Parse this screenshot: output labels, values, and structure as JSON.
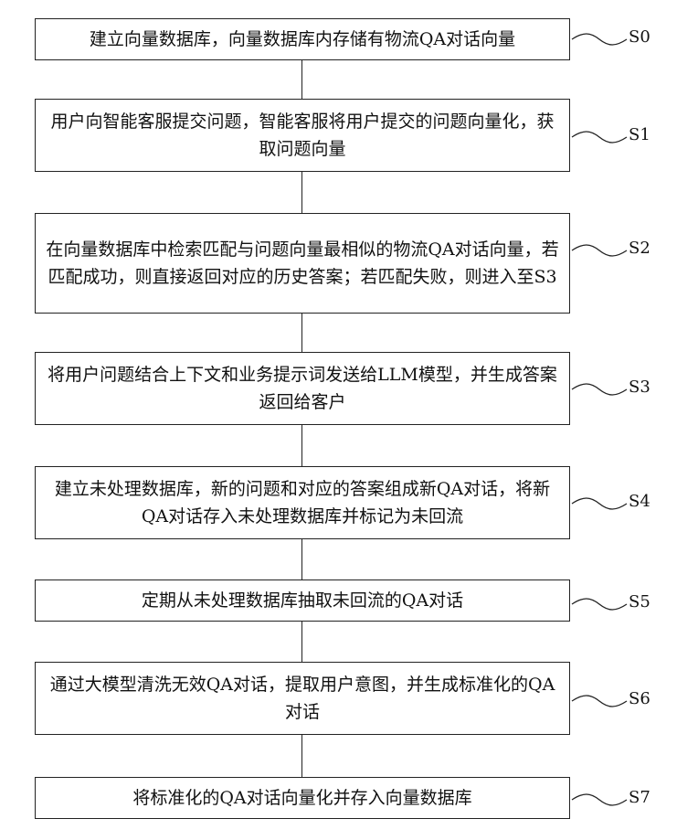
{
  "steps": [
    {
      "id": "S0",
      "text": "建立向量数据库，向量数据库内存储有物流QA对话向量"
    },
    {
      "id": "S1",
      "text": "用户向智能客服提交问题，智能客服将用户提交的问题向量化，获取问题向量"
    },
    {
      "id": "S2",
      "text": "在向量数据库中检索匹配与问题向量最相似的物流QA对话向量，若匹配成功，则直接返回对应的历史答案；若匹配失败，则进入至S3"
    },
    {
      "id": "S3",
      "text": "将用户问题结合上下文和业务提示词发送给LLM模型，并生成答案返回给客户"
    },
    {
      "id": "S4",
      "text": "建立未处理数据库，新的问题和对应的答案组成新QA对话，将新QA对话存入未处理数据库并标记为未回流"
    },
    {
      "id": "S5",
      "text": "定期从未处理数据库抽取未回流的QA对话"
    },
    {
      "id": "S6",
      "text": "通过大模型清洗无效QA对话，提取用户意图，并生成标准化的QA对话"
    },
    {
      "id": "S7",
      "text": "将标准化的QA对话向量化并存入向量数据库"
    }
  ]
}
